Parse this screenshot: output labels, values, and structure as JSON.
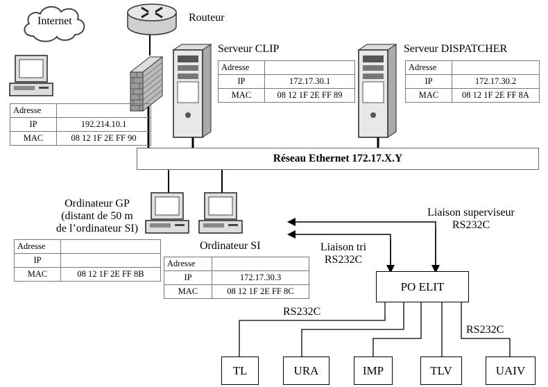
{
  "internet": {
    "label": "Internet"
  },
  "router": {
    "label": "Routeur"
  },
  "network": {
    "label": "Réseau Ethernet 172.17.X.Y"
  },
  "tables": {
    "web": {
      "header": "Adresse",
      "ip_key": "IP",
      "ip": "192.214.10.1",
      "mac_key": "MAC",
      "mac": "08 12 1F 2E FF 90"
    },
    "clip": {
      "title": "Serveur CLIP",
      "header": "Adresse",
      "ip_key": "IP",
      "ip": "172.17.30.1",
      "mac_key": "MAC",
      "mac": "08 12 1F 2E FF 89"
    },
    "dispatcher": {
      "title": "Serveur DISPATCHER",
      "header": "Adresse",
      "ip_key": "IP",
      "ip": "172.17.30.2",
      "mac_key": "MAC",
      "mac": "08 12 1F 2E FF 8A"
    },
    "gp": {
      "title_line1": "Ordinateur GP",
      "title_line2": "(distant de 50 m",
      "title_line3": "de l’ordinateur SI)",
      "header": "Adresse",
      "ip_key": "IP",
      "ip": "",
      "mac_key": "MAC",
      "mac": "08 12 1F 2E FF 8B"
    },
    "si": {
      "title": "Ordinateur SI",
      "header": "Adresse",
      "ip_key": "IP",
      "ip": "172.17.30.3",
      "mac_key": "MAC",
      "mac": "08 12 1F 2E FF 8C"
    }
  },
  "links": {
    "supervisor_line1": "Liaison superviseur",
    "supervisor_line2": "RS232C",
    "tri_line1": "Liaison tri",
    "tri_line2": "RS232C",
    "rs232c_left": "RS232C",
    "rs232c_right": "RS232C"
  },
  "po_elit": {
    "label": "PO ELIT"
  },
  "devices": [
    "TL",
    "URA",
    "IMP",
    "TLV",
    "UAIV"
  ]
}
